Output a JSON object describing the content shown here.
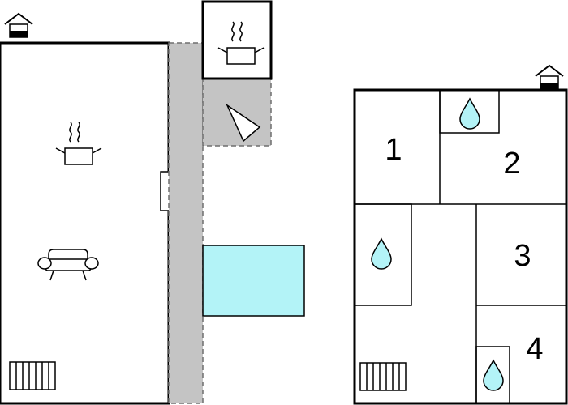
{
  "colors": {
    "walls": "#000000",
    "terrace": "#c4c4c4",
    "pool": "#b3f3f7",
    "water_drop": "#b3f3f7",
    "background": "#ffffff"
  },
  "icons": {
    "entrance": "house-entrance-icon",
    "kitchen": "cooking-pot-icon",
    "living": "sofa-icon",
    "heating": "radiator-icon",
    "bathroom": "water-drop-icon",
    "bbq": "barbecue-icon"
  },
  "rooms": {
    "r1": "1",
    "r2": "2",
    "r3": "3",
    "r4": "4"
  }
}
